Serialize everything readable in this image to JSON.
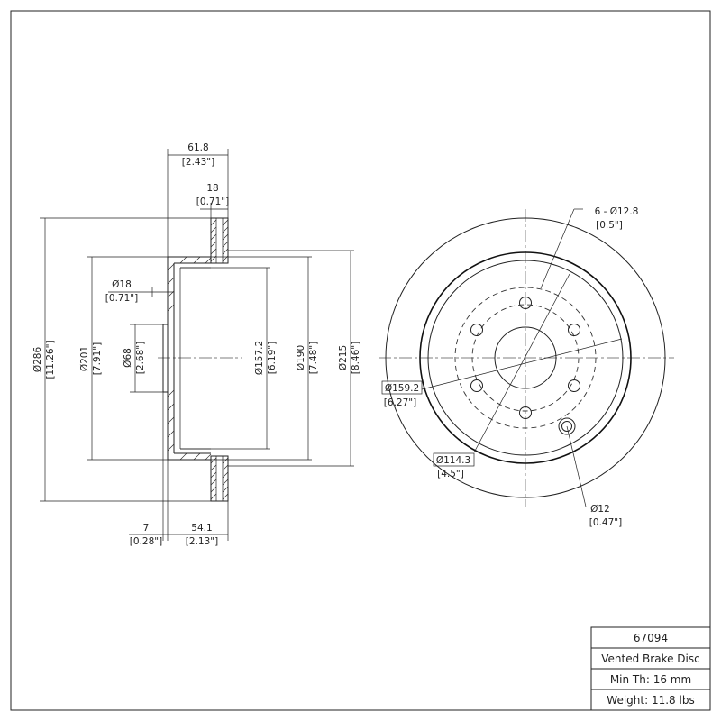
{
  "side_view": {
    "overall_width": {
      "mm": "61.8",
      "in": "[2.43\"]"
    },
    "disc_thickness": {
      "mm": "18",
      "in": "[0.71\"]"
    },
    "hat_wall": {
      "mm": "Ø18",
      "in": "[0.71\"]"
    },
    "outer_diameter": {
      "mm": "Ø286",
      "in": "[11.26\"]"
    },
    "hat_outer_diameter": {
      "mm": "Ø201",
      "in": "[7.91\"]"
    },
    "center_bore": {
      "mm": "Ø68",
      "in": "[2.68\"]"
    },
    "inner_drum": {
      "mm": "Ø157.2",
      "in": "[6.19\"]"
    },
    "drum_diameter": {
      "mm": "Ø190",
      "in": "[7.48\"]"
    },
    "friction_inner": {
      "mm": "Ø215",
      "in": "[8.46\"]"
    },
    "flange_thickness": {
      "mm": "7",
      "in": "[0.28\"]"
    },
    "hat_height": {
      "mm": "54.1",
      "in": "[2.13\"]"
    }
  },
  "front_view": {
    "bolt_holes": {
      "mm": "6 - Ø12.8",
      "in": "[0.5\"]"
    },
    "pcd_outer": {
      "mm": "Ø159.2",
      "in": "[6.27\"]"
    },
    "pcd_bolt": {
      "mm": "Ø114.3",
      "in": "[4.5\"]"
    },
    "locator_hole": {
      "mm": "Ø12",
      "in": "[0.47\"]"
    }
  },
  "title_block": {
    "part_number": "67094",
    "description": "Vented Brake Disc",
    "min_thickness": "Min Th: 16 mm",
    "weight": "Weight: 11.8 lbs"
  }
}
